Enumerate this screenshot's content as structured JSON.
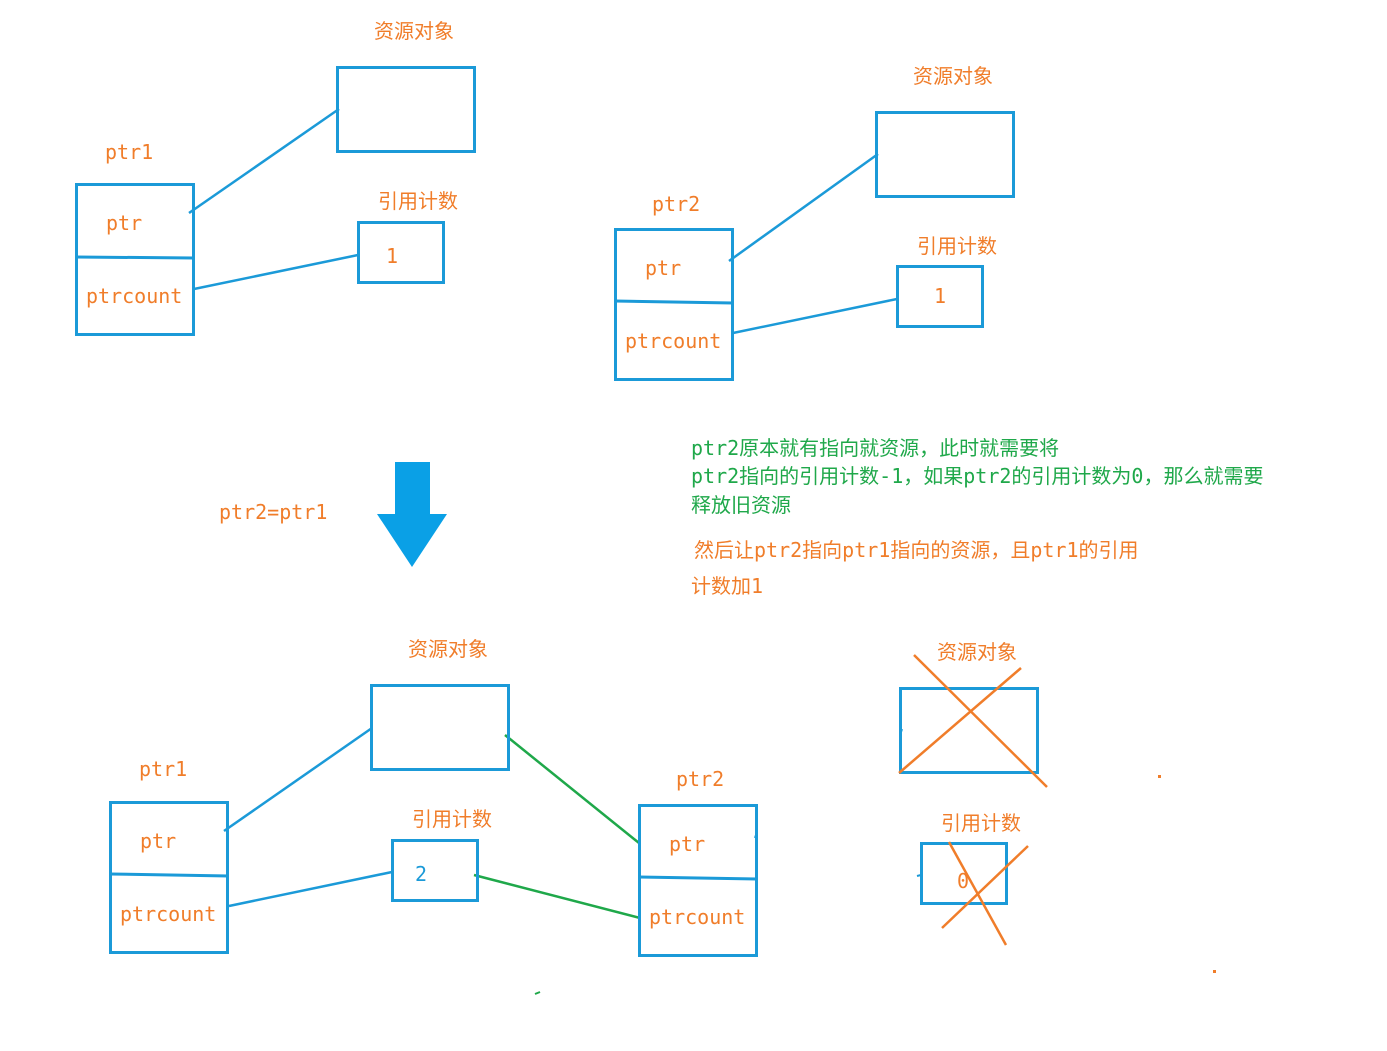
{
  "colors": {
    "box": "#1b9ad8",
    "text": "#f07d2a",
    "green": "#1fa84a",
    "arrow": "#0aa0e6",
    "cross": "#f07d2a"
  },
  "top_left": {
    "resource_label": "资源对象",
    "ptr_name": "ptr1",
    "ptr_field": "ptr",
    "count_field": "ptrcount",
    "refcount_label": "引用计数",
    "refcount_value": "1"
  },
  "top_right": {
    "resource_label": "资源对象",
    "ptr_name": "ptr2",
    "ptr_field": "ptr",
    "count_field": "ptrcount",
    "refcount_label": "引用计数",
    "refcount_value": "1"
  },
  "transition": {
    "statement": "ptr2=ptr1"
  },
  "explanation": {
    "green_lines": [
      "ptr2原本就有指向就资源，此时就需要将",
      "ptr2指向的引用计数-1，如果ptr2的引用计数为0，那么就需要",
      "释放旧资源"
    ],
    "orange_lines": [
      "然后让ptr2指向ptr1指向的资源，且ptr1的引用",
      "计数加1"
    ]
  },
  "bottom": {
    "resource_label": "资源对象",
    "ptr1_name": "ptr1",
    "ptr2_name": "ptr2",
    "ptr_field": "ptr",
    "count_field": "ptrcount",
    "refcount_label": "引用计数",
    "refcount_value": "2"
  },
  "freed": {
    "resource_label": "资源对象",
    "refcount_label": "引用计数",
    "refcount_value": "0"
  }
}
